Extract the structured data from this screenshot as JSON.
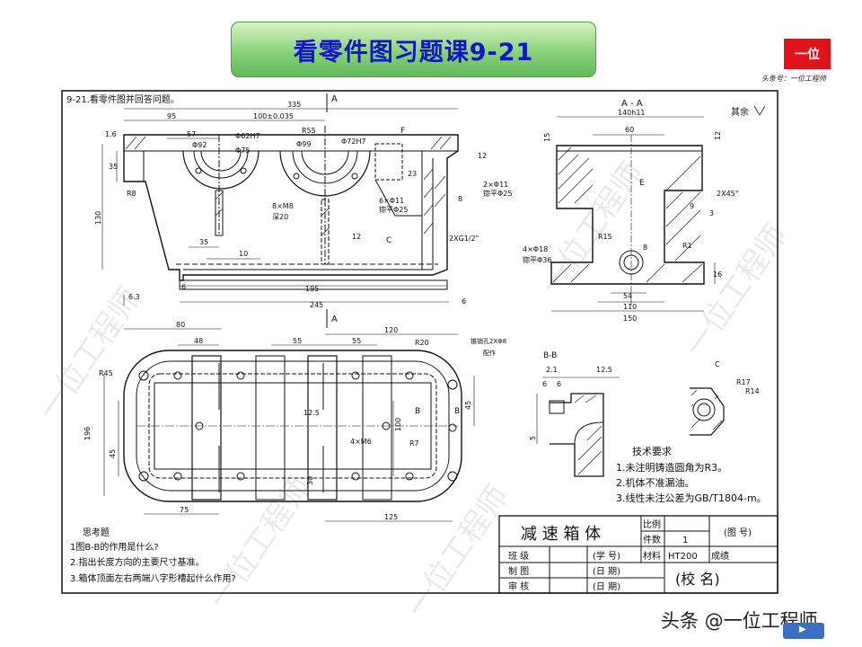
{
  "slide": {
    "title": "看零件图习题课9-21",
    "logo_text": "一位",
    "logo_caption": "头条号：一位工程师",
    "footer_watermark": "头条 @一位工程师",
    "background_watermark": "一位工程师"
  },
  "drawing": {
    "problem_heading": "9-21.看零件图并回答问题。",
    "section_label_a": "A",
    "view_aa_label": "A - A",
    "view_bb_label": "B-B",
    "view_c_label": "C",
    "label_c_arrow": "C",
    "label_e": "E",
    "label_f": "F",
    "label_b_left": "B",
    "label_b_right": "B",
    "rest_roughness": "其余",
    "front_view_dims": {
      "total_length": "335",
      "d95": "95",
      "d100": "100±0.035",
      "d57": "57",
      "d1_6": "1.6",
      "phi92": "Φ92",
      "phi62": "Φ62H7",
      "r55": "R55",
      "phi99": "Φ99",
      "phi72": "Φ72H7",
      "phi75": "Φ75",
      "d35_left": "35",
      "d130": "130",
      "r8": "R8",
      "m8": "8×M8",
      "deep20": "深20",
      "d35_bottom": "35",
      "d10": "10",
      "d195": "195",
      "d245": "245",
      "d6": "6",
      "d63": "6.3",
      "d12_top": "12",
      "d12_mid": "12",
      "d23": "23",
      "d8": "8",
      "d6_right": "6",
      "holes_6x11": "6×Φ11",
      "spot_6x25": "锪平Φ25",
      "holes_2x11": "2×Φ11",
      "spot_2x25": "锪平Φ25",
      "thread_2xg": "2XG1/2\""
    },
    "side_view_dims": {
      "d140": "140h11",
      "d60": "60",
      "d12": "12",
      "d15": "15",
      "chamfer": "2X45°",
      "d9": "9",
      "d3": "3",
      "r1": "R1",
      "r15": "R15",
      "holes_4x18": "4×Φ18",
      "spot_4x36": "锪平Φ36",
      "d16": "16",
      "d54": "54",
      "d110": "110",
      "d150": "150",
      "d8_right": "8"
    },
    "top_view_dims": {
      "d80": "80",
      "d48": "48",
      "d55a": "55",
      "d55b": "55",
      "d120": "120",
      "r20": "R20",
      "taper_pin": "锥销孔2XΦ8",
      "taper_pin_note": "配作",
      "r45": "R45",
      "d196": "196",
      "d45a": "45",
      "d45b": "45",
      "d100": "100",
      "d12_5": "12.5",
      "m6": "4×M6",
      "r7": "R7",
      "d75": "75",
      "d125": "125",
      "d30": "30"
    },
    "bb_dims": {
      "d2_1": "2.1",
      "d12_5": "12.5",
      "d6a": "6",
      "d6b": "6",
      "d5": "5"
    },
    "c_view_dims": {
      "r17": "R17",
      "r14": "R14"
    },
    "tech_requirements": {
      "heading": "技术要求",
      "items": [
        "1.未注明铸造圆角为R3。",
        "2.机体不准漏油。",
        "3.线性未注公差为GB/T1804-m。"
      ]
    },
    "questions": {
      "heading": "思考题",
      "items": [
        "1图B-B的作用是什么?",
        "2.指出长度方向的主要尺寸基准。",
        "3.箱体顶面左右两端八字形槽起什么作用?"
      ]
    },
    "title_block": {
      "part_name": "减 速 箱 体",
      "scale_label": "比例",
      "quantity_label": "件数",
      "quantity_value": "1",
      "drawing_no": "(图 号)",
      "class_label": "班 级",
      "student_no": "(学 号)",
      "material_label": "材料",
      "material_value": "HT200",
      "grade_label": "成绩",
      "drafted_label": "制 图",
      "date1": "(日 期)",
      "checked_label": "审 核",
      "date2": "(日 期)",
      "school_name": "(校    名)"
    }
  }
}
